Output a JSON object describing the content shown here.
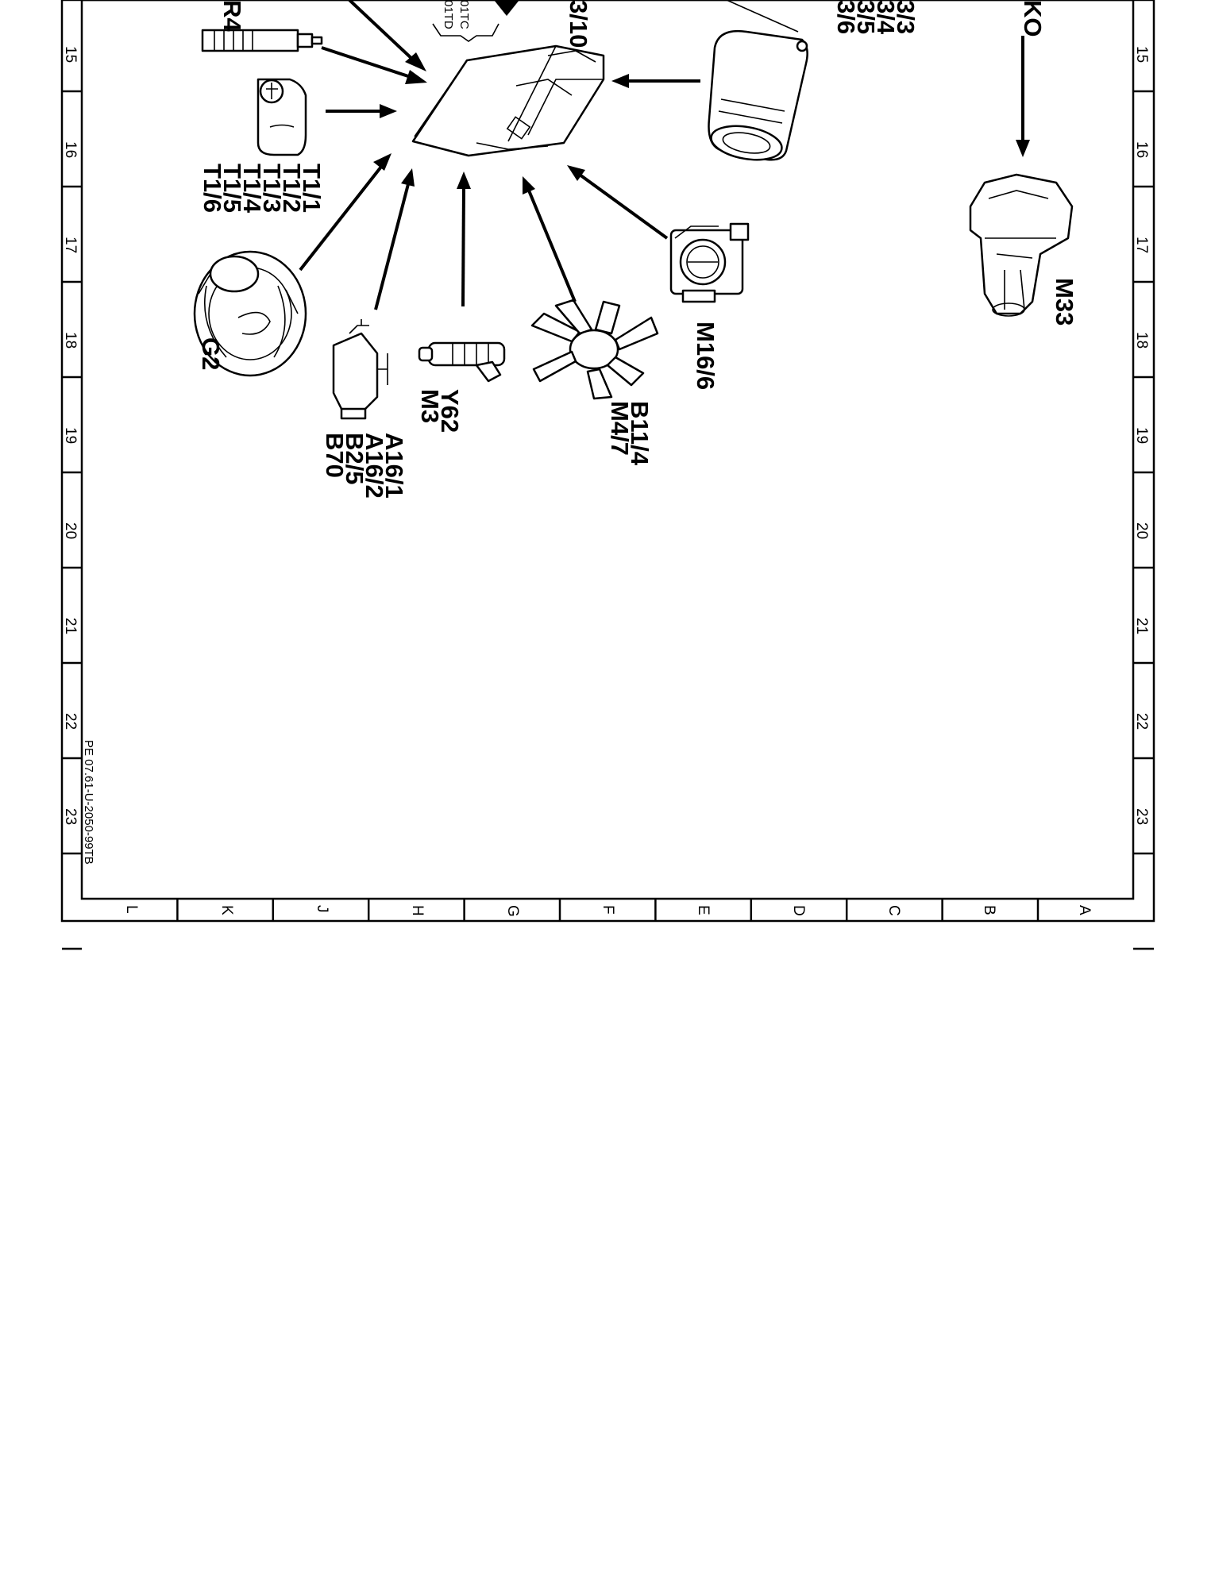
{
  "drawing": {
    "reference": "PE 07.61-U-2050-99TB",
    "row_numbers": [
      "15",
      "16",
      "17",
      "18",
      "19",
      "20",
      "21",
      "22",
      "23"
    ],
    "column_letters": [
      "L",
      "K",
      "J",
      "H",
      "G",
      "F",
      "E",
      "D",
      "C",
      "B",
      "A"
    ]
  },
  "components": {
    "spark_plug": "R4",
    "ignition_coils": [
      "T1/1",
      "T1/2",
      "T1/3",
      "T1/4",
      "T1/5",
      "T1/6"
    ],
    "control_unit": "3/10",
    "control_unit_notes": [
      "01TC",
      "01TD"
    ],
    "air_mass_sensors": [
      "3/3",
      "3/4",
      "3/5",
      "3/6"
    ],
    "ko_label": "KO",
    "pump": "M33",
    "alternator": "G2",
    "sensor_group": [
      "A16/1",
      "A16/2",
      "B2/5",
      "B70"
    ],
    "injector": [
      "Y62",
      "M3"
    ],
    "fan": [
      "B11/4",
      "M4/7"
    ],
    "throttle": "M16/6"
  }
}
